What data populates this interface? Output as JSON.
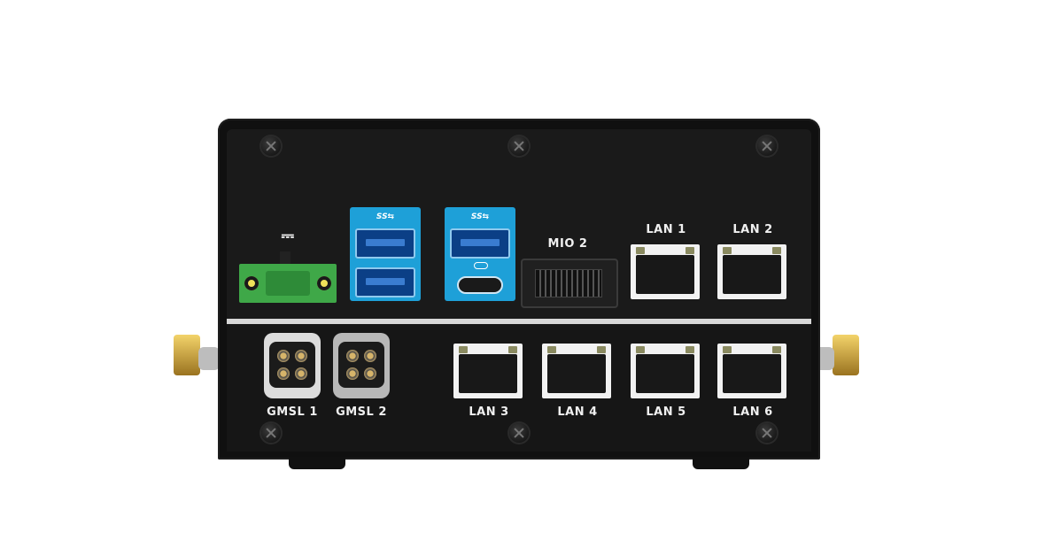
{
  "ports": {
    "power": {
      "symbol": "⎓"
    },
    "usb_a": {
      "logo": "SS⇆"
    },
    "usb_c": {
      "logo": "SS⇆"
    },
    "mio2": {
      "label": "MIO 2"
    },
    "lan_top": [
      {
        "label": "LAN 1"
      },
      {
        "label": "LAN 2"
      }
    ],
    "gmsl": [
      {
        "label": "GMSL 1"
      },
      {
        "label": "GMSL 2"
      }
    ],
    "lan_bottom": [
      {
        "label": "LAN 3"
      },
      {
        "label": "LAN 4"
      },
      {
        "label": "LAN 5"
      },
      {
        "label": "LAN 6"
      }
    ]
  },
  "colors": {
    "chassis": "#101010",
    "usb_panel": "#1ea0d8",
    "terminal_block": "#3fa848",
    "sma_gold": "#d9b34a",
    "label_text": "#f0f0f0"
  }
}
